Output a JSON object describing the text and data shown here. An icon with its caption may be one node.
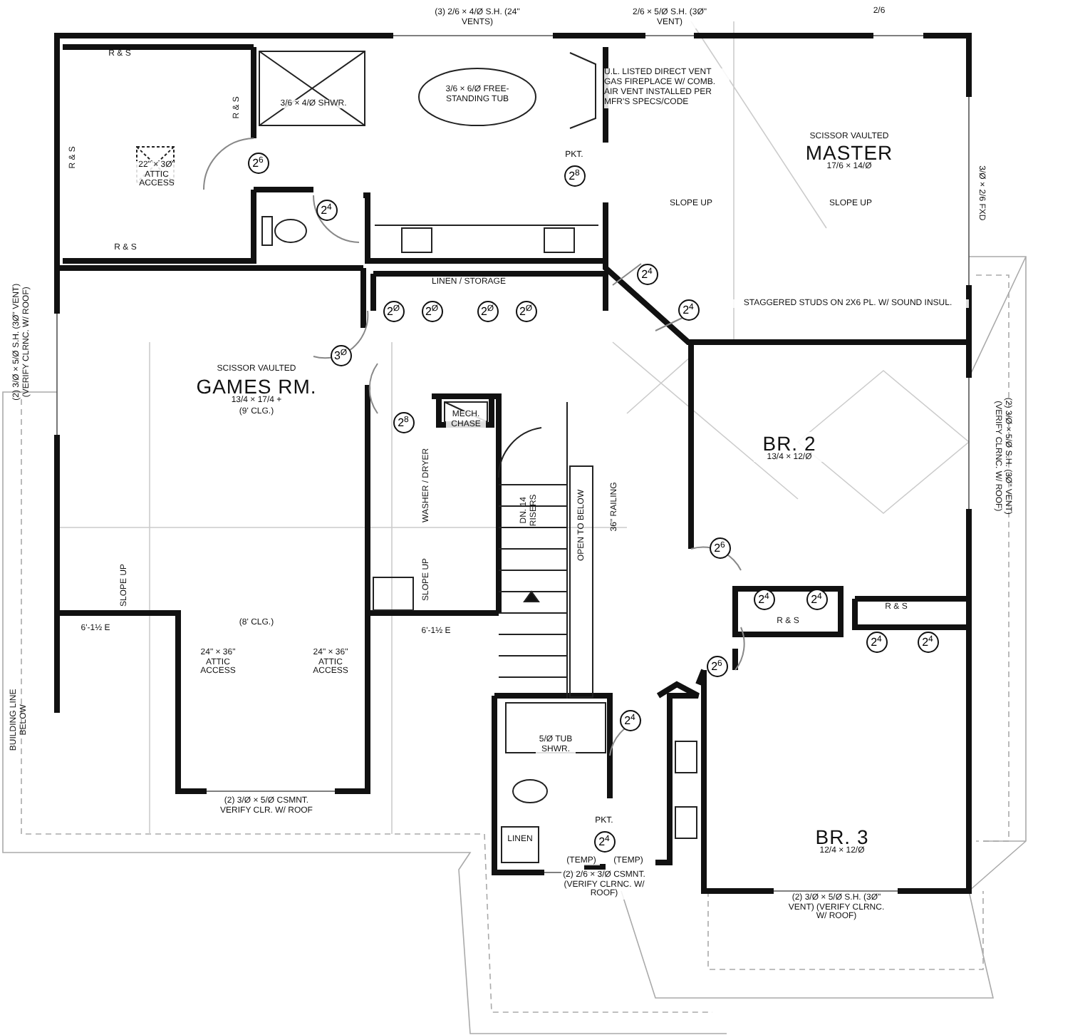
{
  "diagram": {
    "nodes": [
      {
        "text": [
          "2$^{6}$"
        ]
      },
      {
        "text": [
          "2$^{8}$"
        ],
        "beside": [
          "PKT."
        ]
      },
      {
        "text": [
          "2$^{4}$"
        ]
      },
      {
        "text": [
          "2$^{4}$"
        ]
      },
      {
        "text": [
          "2$^{Ø}$"
        ]
      },
      {
        "text": [
          "2$^{Ø}$"
        ]
      },
      {
        "text": [
          "2$^{Ø}$"
        ]
      },
      {
        "text": [
          "2$^{Ø}$"
        ]
      },
      {
        "text": [
          "2$^{4}$"
        ]
      },
      {
        "text": [
          "3$^{Ø}$"
        ]
      },
      {
        "text": [
          "2$^{8}$"
        ]
      },
      {
        "text": [
          "2$^{6}$"
        ]
      },
      {
        "text": [
          "2$^{4}$"
        ]
      },
      {
        "text": [
          "2$^{4}$"
        ]
      },
      {
        "text": [
          "2$^{4}$"
        ]
      },
      {
        "text": [
          "2$^{4}$"
        ]
      },
      {
        "text": [
          "2$^{6}$"
        ]
      },
      {
        "text": [
          "2$^{4}$"
        ]
      },
      {
        "text": [
          "2$^{4}$"
        ],
        "beside": [
          "PKT."
        ]
      }
    ],
    "labels": [
      "(3) 2/6 × 4/Ø S.H. (24\" VENTS)",
      "2/6 × 5/Ø S.H. (3Ø\" VENT)",
      "2/6",
      "R & S",
      "R & S",
      "3/6 × 4/Ø SHWR.",
      "3/6 × 6/Ø FREE-STANDING TUB",
      "R & S",
      "22\" × 3Ø\" ATTIC ACCESS",
      "U.L. LISTED DIRECT VENT GAS FIREPLACE W/ COMB. AIR VENT INSTALLED PER MFR'S SPECS/CODE",
      "SCISSOR VAULTED",
      "MASTER",
      "17/6 × 14/Ø",
      "SLOPE UP",
      "SLOPE UP",
      "3/Ø × 2/6 FXD",
      "R & S",
      "LINEN / STORAGE",
      "STAGGERED STUDS ON 2X6 PL. W/ SOUND INSUL.",
      "(2) 3/Ø × 5/Ø S.H. (3Ø\" VENT) (VERIFY CLRNC. W/ ROOF)",
      "SCISSOR VAULTED",
      "GAMES RM.",
      "13/4 × 17/4 +",
      "(9' CLG.)",
      "MECH. CHASE",
      "WASHER / DRYER",
      "DN. 14 RISERS",
      "OPEN TO BELOW",
      "36\" RAILING",
      "BR. 2",
      "13/4 × 12/Ø",
      "(2) 3/Ø × 5/Ø S.H. (3Ø\" VENT) (VERIFY CLRNC. W/ ROOF)",
      "SLOPE UP",
      "SLOPE UP",
      "R & S",
      "6'-1½ E",
      "(8' CLG.)",
      "6'-1½ E",
      "R & S",
      "24\" × 36\" ATTIC ACCESS",
      "24\" × 36\" ATTIC ACCESS",
      "BUILDING LINE BELOW",
      "5/Ø TUB SHWR.",
      "(2) 3/Ø × 5/Ø CSMNT. VERIFY CLR. W/ ROOF",
      "BR. 3",
      "12/4 × 12/Ø",
      "LINEN",
      "(TEMP)",
      "(TEMP)",
      "(2) 2/6 × 3/Ø CSMNT. (VERIFY CLRNC. W/ ROOF)",
      "(2) 3/Ø × 5/Ø S.H. (3Ø\" VENT) (VERIFY CLRNC. W/ ROOF)"
    ]
  }
}
